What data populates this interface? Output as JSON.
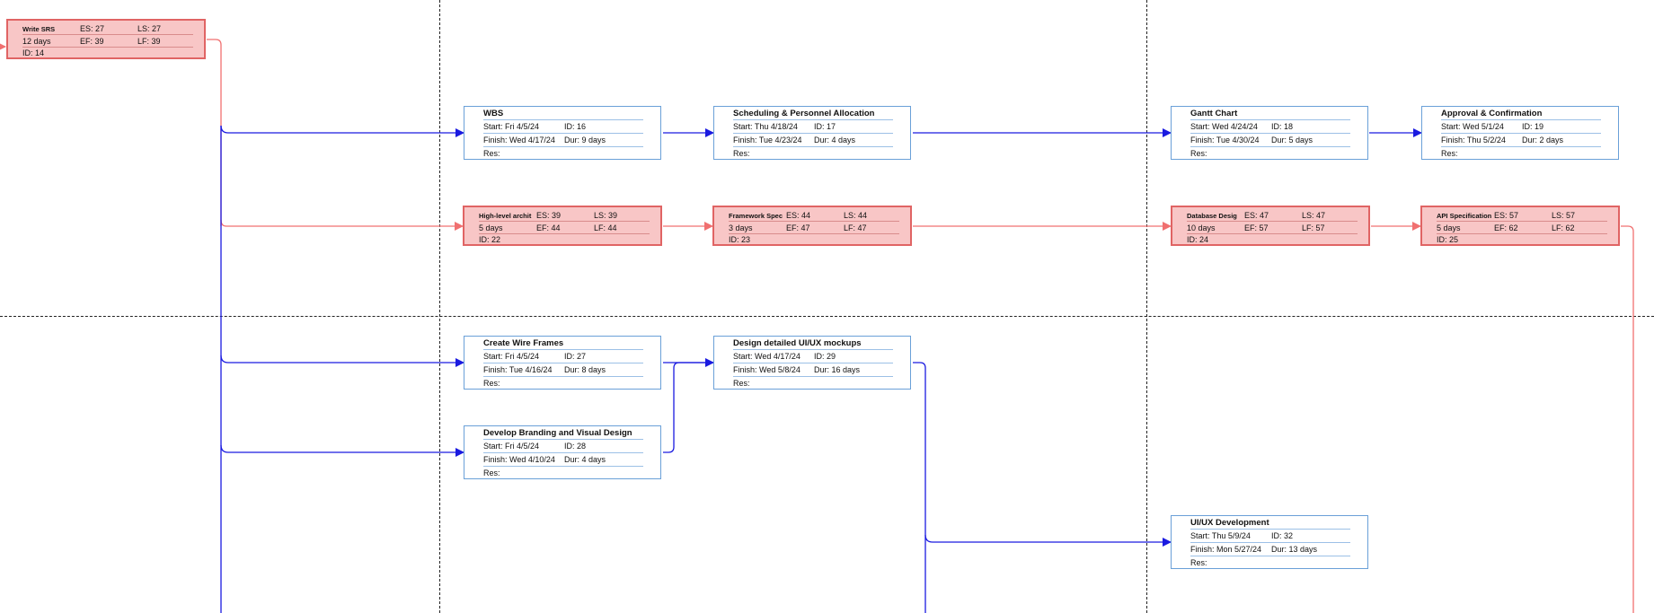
{
  "colors": {
    "critical_border": "#e06464",
    "critical_fill": "#f8c6c6",
    "task_border": "#6aa0d8",
    "link_blue": "#1a1ae0",
    "link_red": "#f07070"
  },
  "critical_tasks": [
    {
      "id": "14",
      "name": "Write SRS",
      "duration": "12 days",
      "es": "ES: 27",
      "ef": "EF: 39",
      "ls": "LS: 27",
      "lf": "LF: 39",
      "id_label": "ID: 14"
    },
    {
      "id": "22",
      "name": "High-level archit",
      "duration": "5 days",
      "es": "ES: 39",
      "ef": "EF: 44",
      "ls": "LS: 39",
      "lf": "LF: 44",
      "id_label": "ID: 22"
    },
    {
      "id": "23",
      "name": "Framework Spec",
      "duration": "3 days",
      "es": "ES: 44",
      "ef": "EF: 47",
      "ls": "LS: 44",
      "lf": "LF: 47",
      "id_label": "ID: 23"
    },
    {
      "id": "24",
      "name": "Database Desig",
      "duration": "10 days",
      "es": "ES: 47",
      "ef": "EF: 57",
      "ls": "LS: 47",
      "lf": "LF: 57",
      "id_label": "ID: 24"
    },
    {
      "id": "25",
      "name": "API Specification",
      "duration": "5 days",
      "es": "ES: 57",
      "ef": "EF: 62",
      "ls": "LS: 57",
      "lf": "LF: 62",
      "id_label": "ID: 25"
    }
  ],
  "tasks": [
    {
      "name": "WBS",
      "start": "Start:  Fri 4/5/24",
      "id": "ID:   16",
      "finish": "Finish: Wed 4/17/24",
      "dur": "Dur: 9 days",
      "res": "Res:"
    },
    {
      "name": "Scheduling & Personnel Allocation",
      "start": "Start:  Thu 4/18/24",
      "id": "ID:  17",
      "finish": "Finish: Tue 4/23/24",
      "dur": "Dur: 4 days",
      "res": "Res:"
    },
    {
      "name": "Gantt Chart",
      "start": "Start:  Wed 4/24/24",
      "id": "ID:  18",
      "finish": "Finish: Tue 4/30/24",
      "dur": "Dur: 5 days",
      "res": "Res:"
    },
    {
      "name": "Approval & Confirmation",
      "start": "Start:  Wed 5/1/24",
      "id": "ID:  19",
      "finish": "Finish: Thu 5/2/24",
      "dur": "Dur: 2 days",
      "res": "Res:"
    },
    {
      "name": "Create Wire Frames",
      "start": "Start:  Fri 4/5/24",
      "id": "ID:   27",
      "finish": "Finish: Tue 4/16/24",
      "dur": "Dur: 8 days",
      "res": "Res:"
    },
    {
      "name": "Design detailed UI/UX mockups",
      "start": "Start:  Wed 4/17/24",
      "id": "ID:  29",
      "finish": "Finish: Wed 5/8/24",
      "dur": "Dur: 16 days",
      "res": "Res:"
    },
    {
      "name": "Develop Branding and Visual Design",
      "start": "Start:  Fri 4/5/24",
      "id": "ID:   28",
      "finish": "Finish: Wed 4/10/24",
      "dur": "Dur: 4 days",
      "res": "Res:"
    },
    {
      "name": "UI/UX Development",
      "start": "Start:  Thu 5/9/24",
      "id": "ID:  32",
      "finish": "Finish: Mon 5/27/24",
      "dur": "Dur: 13 days",
      "res": "Res:"
    }
  ]
}
